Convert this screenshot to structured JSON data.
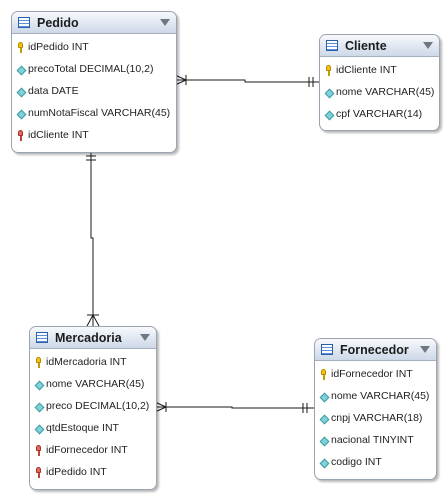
{
  "tables": {
    "pedido": {
      "title": "Pedido",
      "columns": [
        {
          "text": "idPedido INT",
          "icon": "primary-key-icon"
        },
        {
          "text": "precoTotal DECIMAL(10,2)",
          "icon": "column-icon"
        },
        {
          "text": "data DATE",
          "icon": "column-icon"
        },
        {
          "text": "numNotaFiscal VARCHAR(45)",
          "icon": "column-icon"
        },
        {
          "text": "idCliente INT",
          "icon": "foreign-key-icon"
        }
      ]
    },
    "cliente": {
      "title": "Cliente",
      "columns": [
        {
          "text": "idCliente INT",
          "icon": "primary-key-icon"
        },
        {
          "text": "nome VARCHAR(45)",
          "icon": "column-icon"
        },
        {
          "text": "cpf VARCHAR(14)",
          "icon": "column-icon"
        }
      ]
    },
    "mercadoria": {
      "title": "Mercadoria",
      "columns": [
        {
          "text": "idMercadoria INT",
          "icon": "primary-key-icon"
        },
        {
          "text": "nome VARCHAR(45)",
          "icon": "column-icon"
        },
        {
          "text": "preco DECIMAL(10,2)",
          "icon": "column-icon"
        },
        {
          "text": "qtdEstoque INT",
          "icon": "column-icon"
        },
        {
          "text": "idFornecedor INT",
          "icon": "foreign-key-icon"
        },
        {
          "text": "idPedido INT",
          "icon": "foreign-key-icon"
        }
      ]
    },
    "fornecedor": {
      "title": "Fornecedor",
      "columns": [
        {
          "text": "idFornecedor INT",
          "icon": "primary-key-icon"
        },
        {
          "text": "nome VARCHAR(45)",
          "icon": "column-icon"
        },
        {
          "text": "cnpj VARCHAR(18)",
          "icon": "column-icon"
        },
        {
          "text": "nacional TINYINT",
          "icon": "column-icon"
        },
        {
          "text": "codigo INT",
          "icon": "column-icon"
        }
      ]
    }
  },
  "relationships": [
    {
      "from": "pedido",
      "to": "cliente",
      "from_end": "many",
      "to_end": "one"
    },
    {
      "from": "mercadoria",
      "to": "pedido",
      "from_end": "many",
      "to_end": "one"
    },
    {
      "from": "mercadoria",
      "to": "fornecedor",
      "from_end": "many",
      "to_end": "one"
    }
  ],
  "colors": {
    "line": "#1a1a1a",
    "header_top": "#f7f9fc",
    "header_bottom": "#cdd8e8",
    "border": "#9aa3b0"
  }
}
